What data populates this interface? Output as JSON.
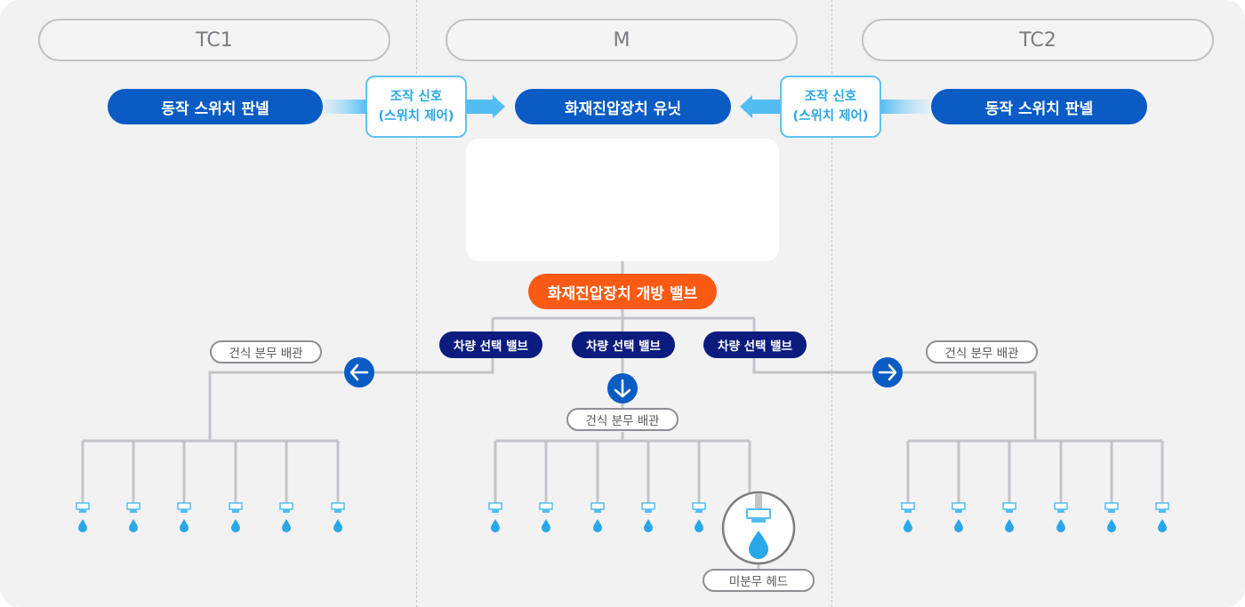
{
  "cars": {
    "left": "TC1",
    "center": "M",
    "right": "TC2"
  },
  "control_panel_left": "동작 스위치 판넬",
  "control_panel_right": "동작 스위치 판넬",
  "signal": {
    "line1": "조작 신호",
    "line2": "(스위치 제어)"
  },
  "suppression_unit": "화재진압장치 유닛",
  "open_valve": "화재진압장치 개방 밸브",
  "selection_valves": [
    "차량 선택 밸브",
    "차량 선택 밸브",
    "차량 선택 밸브"
  ],
  "dry_pipe_labels": [
    "건식 분무 배관",
    "건식 분무 배관",
    "건식 분무 배관"
  ],
  "mist_head": "미분무 헤드",
  "colors": {
    "panel_blue": "#0a5cc4",
    "signal_cyan": "#5fc3f2",
    "valve_orange": "#fb5a14",
    "selection_navy": "#0b1b7e",
    "droplet": "#2aa7e8",
    "pipe": "#c4c4c8"
  },
  "icons": [
    "arrow-left-icon",
    "arrow-down-icon",
    "arrow-right-icon",
    "gas-cylinder-icon",
    "nozzle-icon",
    "water-drop-icon"
  ]
}
